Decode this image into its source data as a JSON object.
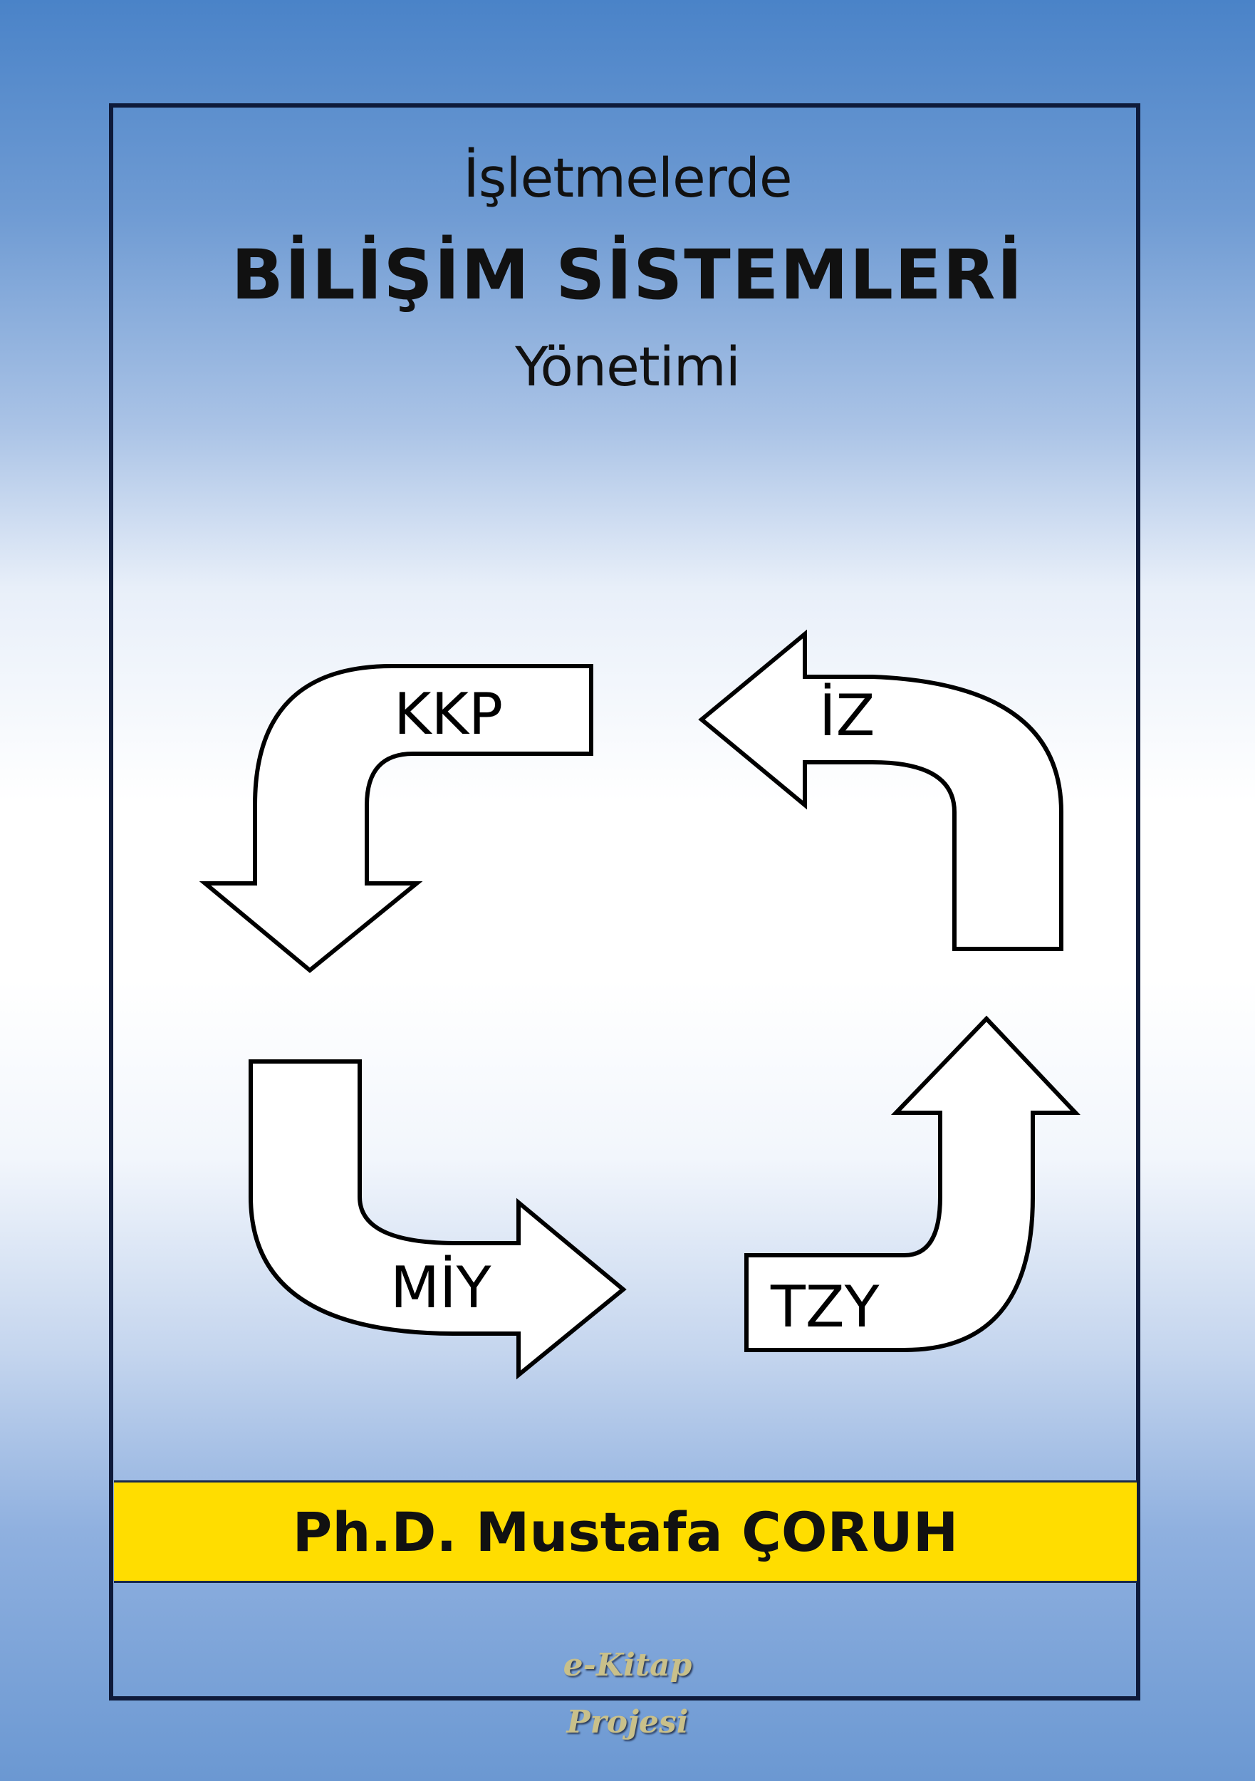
{
  "cover": {
    "title_line1": "İşletmelerde",
    "title_line2": "BİLİŞİM SİSTEMLERİ",
    "title_line3": "Yönetimi",
    "author": "Ph.D. Mustafa ÇORUH",
    "series_line1": "e-Kitap",
    "series_line2": "Projesi"
  },
  "diagram": {
    "labels": [
      "KKP",
      "İZ",
      "MİY",
      "TZY"
    ]
  },
  "colors": {
    "background_top": "#4a83c8",
    "background_middle": "#ffffff",
    "author_band": "#ffdd00",
    "frame": "#0e1a3a",
    "arrow_fill": "#ffffff",
    "arrow_stroke": "#000000"
  }
}
